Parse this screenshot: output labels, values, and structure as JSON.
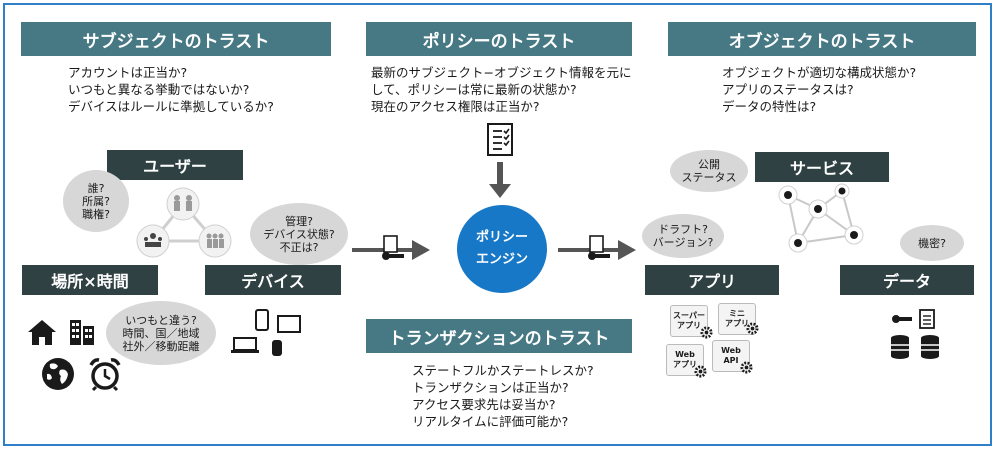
{
  "subject": {
    "title": "サブジェクトのトラスト",
    "lines": [
      "アカウントは正当か?",
      "いつもと異なる挙動ではないか?",
      "デバイスはルールに準拠しているか?"
    ],
    "user": "ユーザー",
    "location": "場所×時間",
    "device": "デバイス",
    "user_bubble": [
      "誰?",
      "所属?",
      "職権?"
    ],
    "device_bubble": [
      "管理?",
      "デバイス状態?",
      "不正は?"
    ],
    "location_bubble": [
      "いつもと違う?",
      "時間、国／地域",
      "社外／移動距離"
    ]
  },
  "policy": {
    "title": "ポリシーのトラスト",
    "lines": [
      "最新のサブジェクト−オブジェクト情報を元に",
      "して、ポリシーは常に最新の状態か?",
      "現在のアクセス権限は正当か?"
    ]
  },
  "engine": [
    "ポリシー",
    "エンジン"
  ],
  "transaction": {
    "title": "トランザクションのトラスト",
    "lines": [
      "ステートフルかステートレスか?",
      "トランザクションは正当か?",
      "アクセス要求先は妥当か?",
      "リアルタイムに評価可能か?"
    ]
  },
  "object": {
    "title": "オブジェクトのトラスト",
    "lines": [
      "オブジェクトが適切な構成状態か?",
      "アプリのステータスは?",
      "データの特性は?"
    ],
    "service": "サービス",
    "app": "アプリ",
    "data": "データ",
    "service_bubble": [
      "公開",
      "ステータス"
    ],
    "app_bubble": [
      "ドラフト?",
      "バージョン?"
    ],
    "data_bubble": [
      "機密?"
    ],
    "app_tiles": [
      [
        "スーパー",
        "アプリ"
      ],
      [
        "ミニ",
        "アプリ"
      ],
      [
        "Web",
        "アプリ"
      ],
      [
        "Web",
        "API"
      ]
    ]
  },
  "colors": {
    "teal": "#477985",
    "dark": "#2f4143",
    "engine": "#1878c8",
    "frame": "#2f7fc8",
    "bubble": "#d7d7d7"
  }
}
